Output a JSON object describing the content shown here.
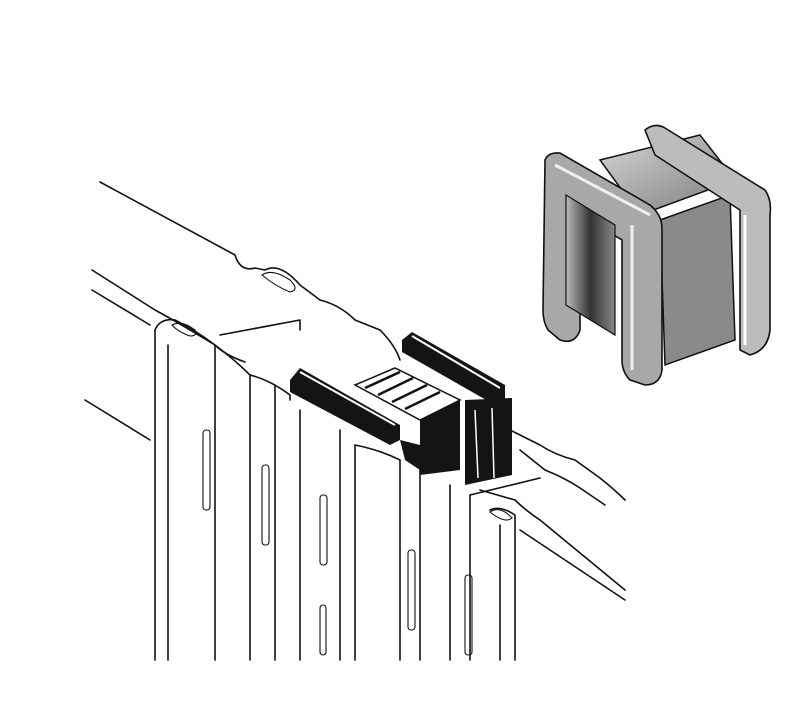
{
  "colors": {
    "background": "#ffffff",
    "line": "#111111",
    "connector_dark": "#141414",
    "block_gray": "#8a8a8a",
    "block_light": "#c8c8c8"
  },
  "illustration": {
    "subjects": [
      "panel-assembly",
      "connector-clip-installed",
      "connector-clip-detail"
    ]
  }
}
